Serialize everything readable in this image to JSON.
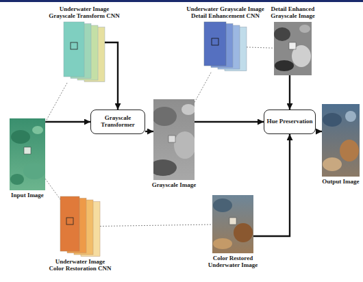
{
  "diagram": {
    "nodes": [
      {
        "text": [
          "Underwater Image Grayscale Transform CNN"
        ]
      },
      {
        "text": [
          "Underwater Grayscale Image Detail Enhancement CNN"
        ]
      },
      {
        "text": [
          "Detail Enhanced Grayscale Image"
        ]
      },
      {
        "text": [
          "Input Image"
        ]
      },
      {
        "text": [
          "Grayscale Transformer"
        ]
      },
      {
        "text": [
          "Grayscale Image"
        ]
      },
      {
        "text": [
          "Hue Preservation"
        ]
      },
      {
        "text": [
          "Output Image"
        ]
      },
      {
        "text": [
          "Underwater Image Color Restoration CNN"
        ]
      },
      {
        "text": [
          "Color Restored Underwater Image"
        ]
      }
    ],
    "edges": [
      {
        "from": 3,
        "to": 4,
        "arrow": "to"
      },
      {
        "from": 0,
        "to": 4,
        "arrow": "to"
      },
      {
        "from": 4,
        "to": 5,
        "arrow": "to"
      },
      {
        "from": 5,
        "to": 6,
        "arrow": "to"
      },
      {
        "from": 2,
        "to": 6,
        "arrow": "to"
      },
      {
        "from": 9,
        "to": 6,
        "arrow": "to"
      },
      {
        "from": 6,
        "to": 7,
        "arrow": "to"
      },
      {
        "from": 3,
        "to": 0,
        "arrow": "none"
      },
      {
        "from": 3,
        "to": 8,
        "arrow": "none"
      },
      {
        "from": 5,
        "to": 1,
        "arrow": "none"
      },
      {
        "from": 1,
        "to": 2,
        "arrow": "none"
      },
      {
        "from": 8,
        "to": 9,
        "arrow": "none"
      }
    ]
  }
}
